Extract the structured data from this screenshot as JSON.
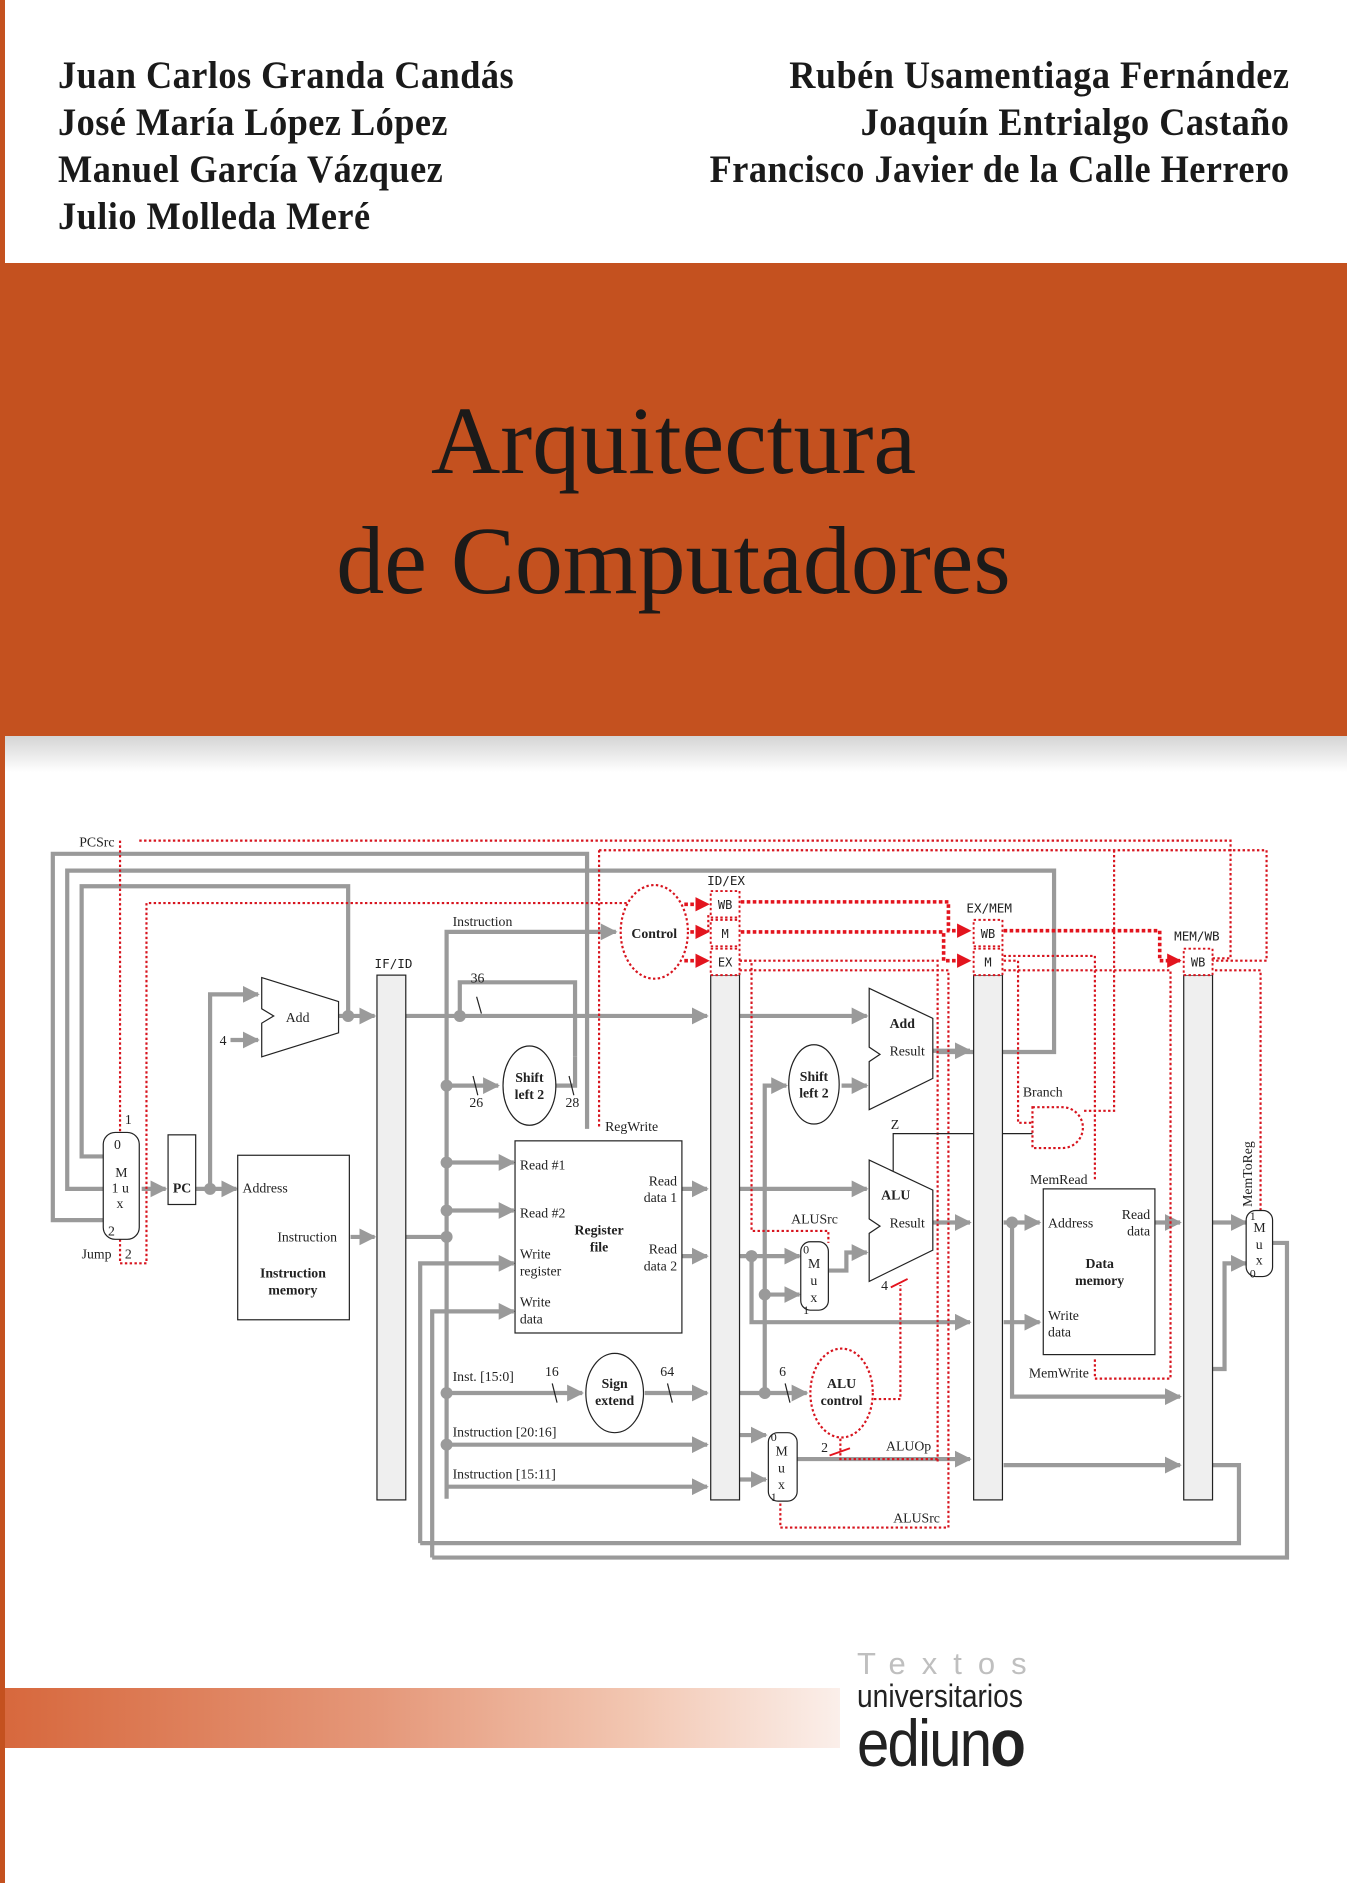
{
  "cover": {
    "authors_left": [
      "Juan Carlos Granda Candás",
      "José María López López",
      "Manuel García Vázquez",
      "Julio Molleda Meré"
    ],
    "authors_right": [
      "Rubén Usamentiaga Fernández",
      "Joaquín Entrialgo Castaño",
      "Francisco Javier de la Calle Herrero"
    ],
    "title_line1": "Arquitectura",
    "title_line2": "de Computadores",
    "colors": {
      "accent": "#C4511F",
      "datapath": "#9a9a9a",
      "control": "#d7141e",
      "register_fill": "#efefef"
    }
  },
  "publisher": {
    "series_line1": "Textos",
    "series_line2": "universitarios",
    "brand_prefix": "ediun",
    "brand_suffix": "o"
  },
  "diagram": {
    "signals": {
      "pcsrc": "PCSrc",
      "jump": "Jump",
      "instruction": "Instruction",
      "regwrite": "RegWrite",
      "alusrc_top": "ALUSrc",
      "alusrc_bottom": "ALUSrc",
      "aluop": "ALUOp",
      "branch": "Branch",
      "memread": "MemRead",
      "memwrite": "MemWrite",
      "memtoreg": "MemToReg",
      "zero": "Z",
      "inst_15_0": "Inst. [15:0]",
      "inst_20_16": "Instruction [20:16]",
      "inst_15_11": "Instruction [15:11]"
    },
    "pipeline_registers": {
      "if_id": "IF/ID",
      "id_ex": "ID/EX",
      "ex_mem": "EX/MEM",
      "mem_wb": "MEM/WB",
      "wb": "WB",
      "m": "M",
      "ex": "EX"
    },
    "blocks": {
      "pc": "PC",
      "add": "Add",
      "add2": "Add",
      "add2_result": "Result",
      "control": "Control",
      "shift1_l1": "Shift",
      "shift1_l2": "left 2",
      "shift2_l1": "Shift",
      "shift2_l2": "left 2",
      "imem_address": "Address",
      "imem_instruction": "Instruction",
      "imem_name_l1": "Instruction",
      "imem_name_l2": "memory",
      "rf_read1": "Read #1",
      "rf_read2": "Read #2",
      "rf_writereg_l1": "Write",
      "rf_writereg_l2": "register",
      "rf_writedata_l1": "Write",
      "rf_writedata_l2": "data",
      "rf_rd1_l1": "Read",
      "rf_rd1_l2": "data 1",
      "rf_rd2_l1": "Read",
      "rf_rd2_l2": "data 2",
      "rf_name_l1": "Register",
      "rf_name_l2": "file",
      "sign_l1": "Sign",
      "sign_l2": "extend",
      "alu": "ALU",
      "alu_result": "Result",
      "aluctl_l1": "ALU",
      "aluctl_l2": "control",
      "dmem_address": "Address",
      "dmem_read_l1": "Read",
      "dmem_read_l2": "data",
      "dmem_write_l1": "Write",
      "dmem_write_l2": "data",
      "dmem_name_l1": "Data",
      "dmem_name_l2": "memory",
      "mux_m": "M",
      "mux_u": "u",
      "mux_x": "x",
      "mux_1u": "1 u"
    },
    "bus_widths": {
      "w36": "36",
      "w26": "26",
      "w28": "28",
      "w16": "16",
      "w64": "64",
      "w6": "6",
      "w4": "4",
      "w2": "2",
      "const4": "4"
    },
    "mux_inputs": {
      "zero": "0",
      "one": "1",
      "two": "2"
    }
  }
}
